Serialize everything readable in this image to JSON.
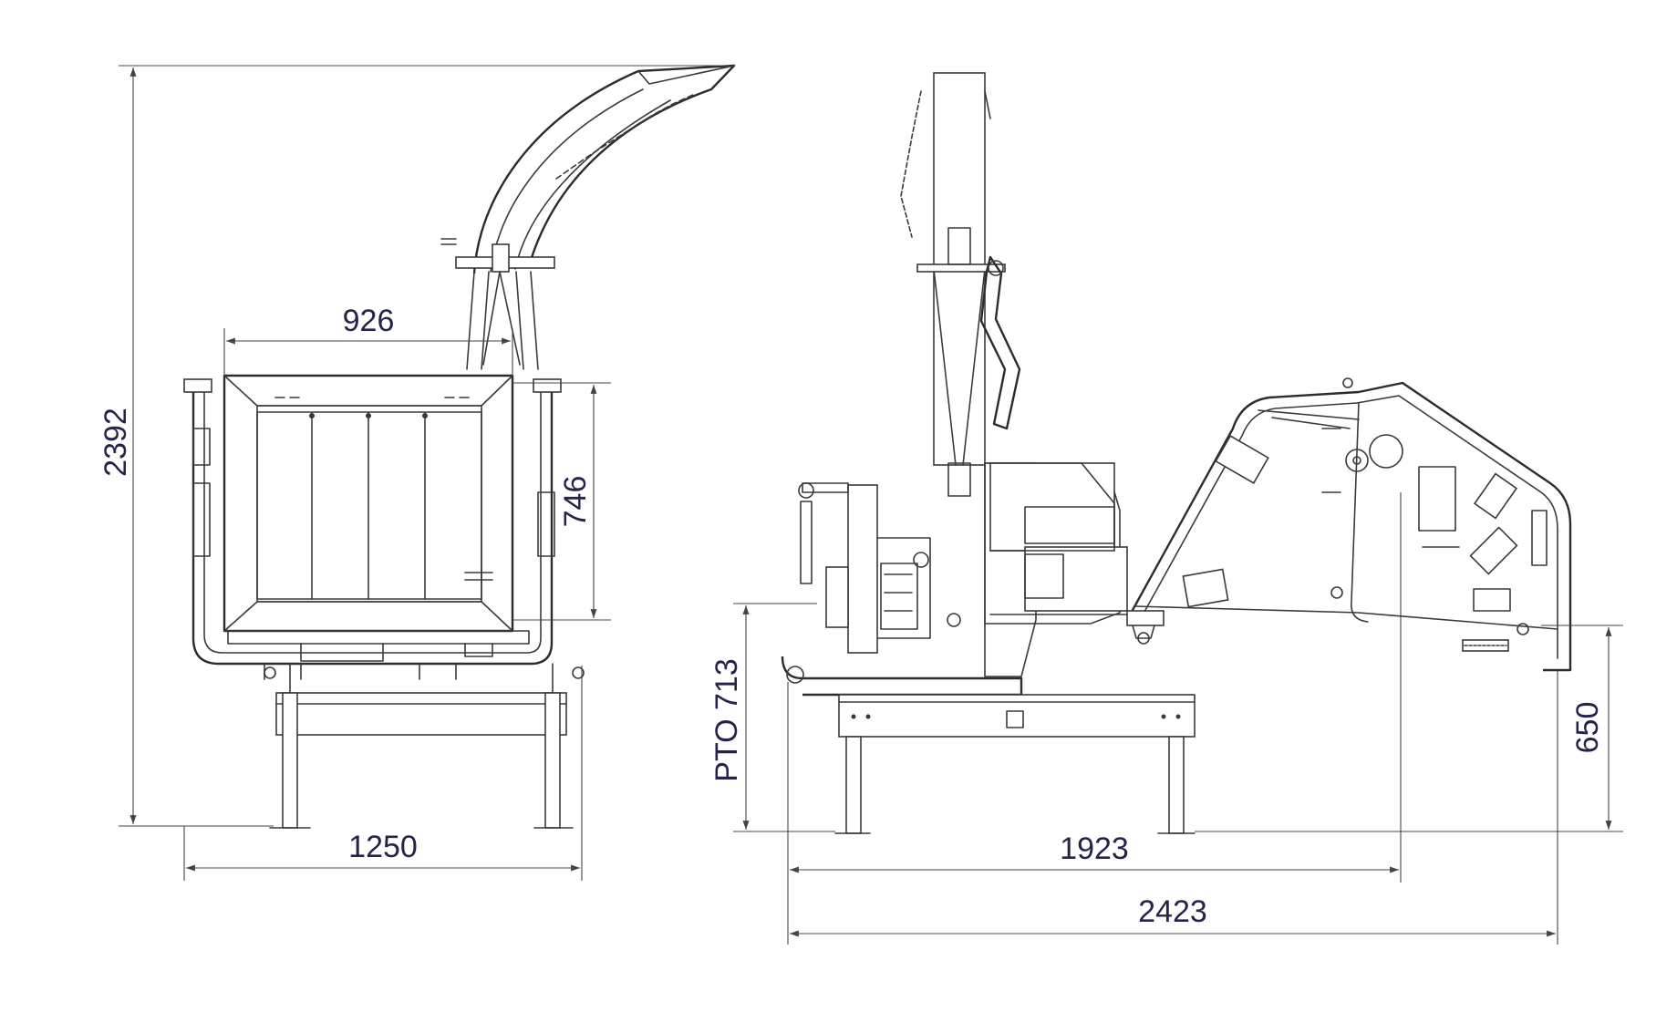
{
  "dimensions": {
    "front_height": "2392",
    "front_inner_width": "926",
    "front_inner_height": "746",
    "front_width": "1250",
    "side_pto_height": "PTO 713",
    "side_chute_height": "650",
    "side_body_length": "1923",
    "side_total_length": "2423"
  },
  "colors": {
    "line": "#3a3a3a",
    "dimension_text": "#24244a",
    "background": "#ffffff"
  }
}
